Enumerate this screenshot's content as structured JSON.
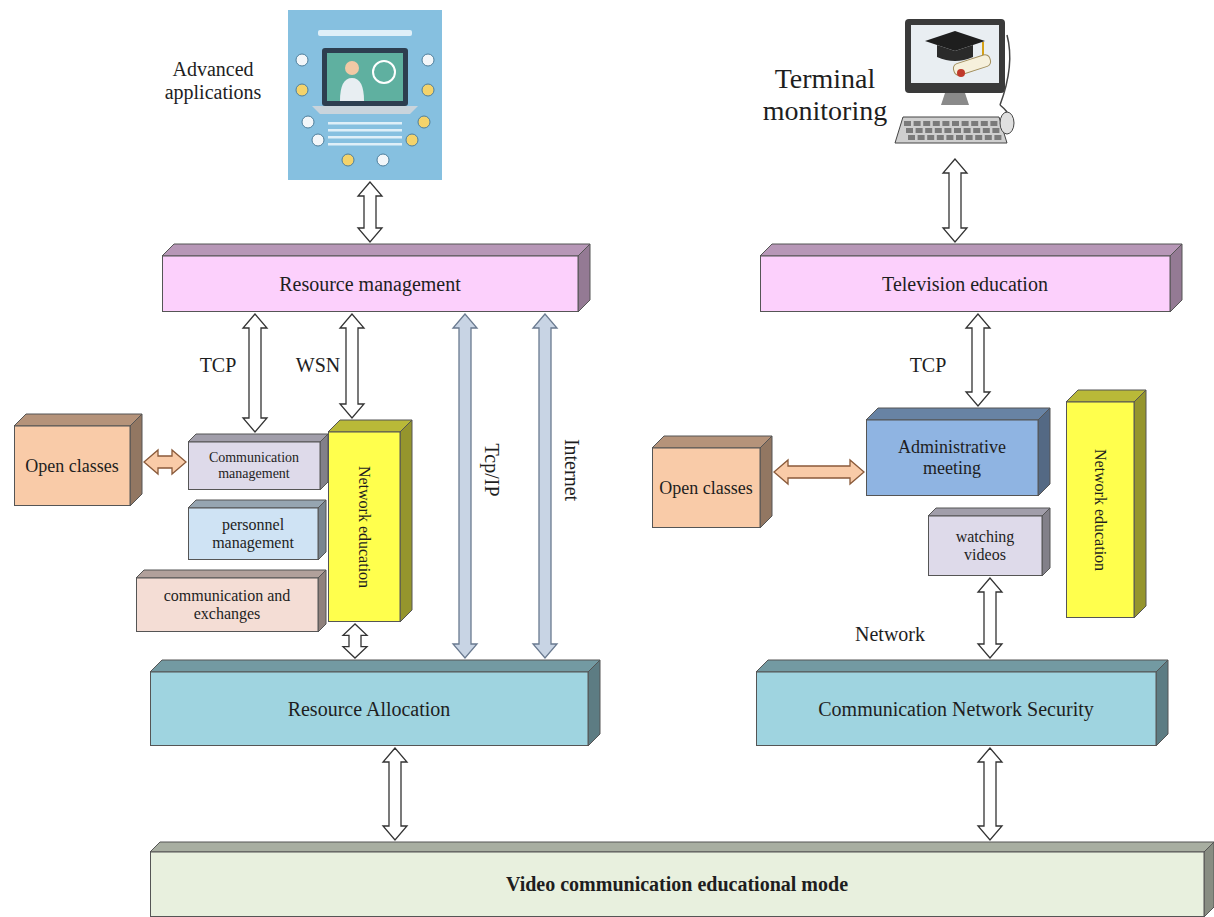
{
  "diagram": {
    "nodes": [
      {
        "text": [
          "Advanced applications"
        ]
      },
      {
        "text": [
          "Terminal monitoring"
        ]
      },
      {
        "text": [
          "Resource management"
        ]
      },
      {
        "text": [
          "Television education"
        ]
      },
      {
        "text": [
          "Open classes"
        ]
      },
      {
        "text": [
          "Communication management"
        ]
      },
      {
        "text": [
          "personnel management"
        ]
      },
      {
        "text": [
          "communication and exchanges"
        ]
      },
      {
        "text": [
          "Network education"
        ]
      },
      {
        "text": [
          "Open classes"
        ]
      },
      {
        "text": [
          "Administrative meeting"
        ]
      },
      {
        "text": [
          "Network education"
        ]
      },
      {
        "text": [
          "watching videos"
        ]
      },
      {
        "text": [
          "Resource Allocation"
        ]
      },
      {
        "text": [
          "Communication Network Security"
        ]
      },
      {
        "text": [
          "Video communication educational mode"
        ]
      }
    ],
    "edges": [
      {
        "from": 0,
        "to": 2,
        "arrow": "both"
      },
      {
        "from": 2,
        "to": 5,
        "label": "TCP",
        "arrow": "both"
      },
      {
        "from": 2,
        "to": 8,
        "label": "WSN",
        "arrow": "both"
      },
      {
        "from": 4,
        "to": 5,
        "arrow": "both"
      },
      {
        "from": 8,
        "to": 13,
        "arrow": "both"
      },
      {
        "from": 2,
        "to": 13,
        "label": "Tcp/IP",
        "arrow": "both"
      },
      {
        "from": 2,
        "to": 13,
        "label": "Internet",
        "arrow": "both"
      },
      {
        "from": 1,
        "to": 3,
        "arrow": "both"
      },
      {
        "from": 3,
        "to": 10,
        "label": "TCP",
        "arrow": "both"
      },
      {
        "from": 9,
        "to": 10,
        "arrow": "both"
      },
      {
        "from": 12,
        "to": 14,
        "label": "Network",
        "arrow": "both"
      },
      {
        "from": 13,
        "to": 15,
        "arrow": "both"
      },
      {
        "from": 14,
        "to": 15,
        "arrow": "both"
      }
    ]
  }
}
